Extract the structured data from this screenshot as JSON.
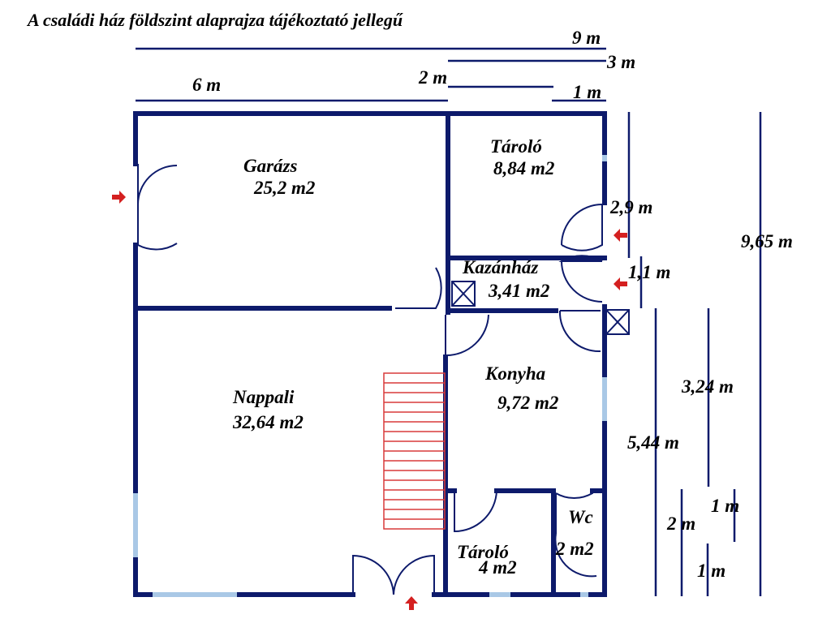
{
  "title": "A családi ház földszint alaprajza tájékoztató jellegű",
  "colors": {
    "wall": "#0d1a6b",
    "window": "#a9c8e6",
    "stairs": "#d83a3a",
    "arrow": "#d42020",
    "text": "#000000"
  },
  "rooms": [
    {
      "name": "Garázs",
      "area": "25,2 m2"
    },
    {
      "name": "Tároló",
      "area": "8,84 m2"
    },
    {
      "name": "Kazánház",
      "area": "3,41 m2"
    },
    {
      "name": "Konyha",
      "area": "9,72 m2"
    },
    {
      "name": "Nappali",
      "area": "32,64 m2"
    },
    {
      "name": "Tároló",
      "area": "4 m2"
    },
    {
      "name": "Wc",
      "area": "2 m2"
    }
  ],
  "dimensions": {
    "total_width": "9 m",
    "right_width": "3 m",
    "left_width": "6 m",
    "door_2m": "2 m",
    "door_1m": "1 m",
    "storage_height": "2,9 m",
    "boiler_height": "1,1 m",
    "total_height": "9,65 m",
    "kitchen_height": "3,24 m",
    "lower_height": "5,44 m",
    "wc_1m_top": "1 m",
    "wc_2m": "2 m",
    "wc_1m_bottom": "1 m"
  }
}
